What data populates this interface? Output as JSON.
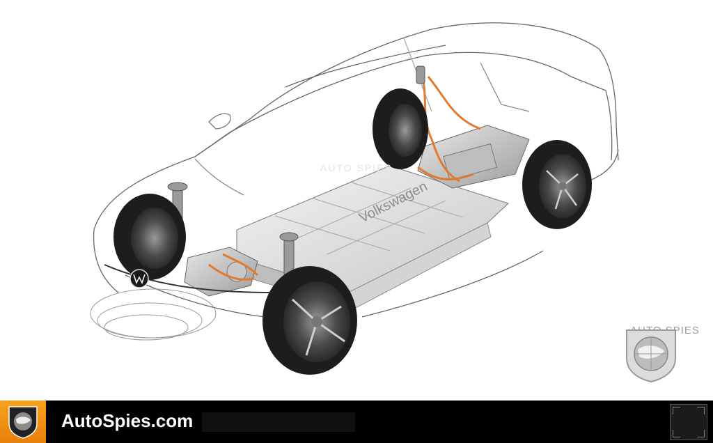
{
  "image": {
    "subject": "vw-electric-platform-cutaway",
    "badge_text": "Volkswagen",
    "colors": {
      "background": "#ffffff",
      "outline": "#555555",
      "battery": "#dcdcdc",
      "cable": "#e07a2e",
      "tire": "#1d1d1d"
    }
  },
  "watermark": {
    "text": "AUTO SPIES",
    "faint_text": "AUTO SPIES",
    "icon": "globe-seal-icon"
  },
  "footer": {
    "brand": "AutoSpies.com",
    "logo_icon": "autospies-shield-icon",
    "thumbnail_icon": "thumbnail-preview-icon",
    "accent": "#f39a1a"
  }
}
